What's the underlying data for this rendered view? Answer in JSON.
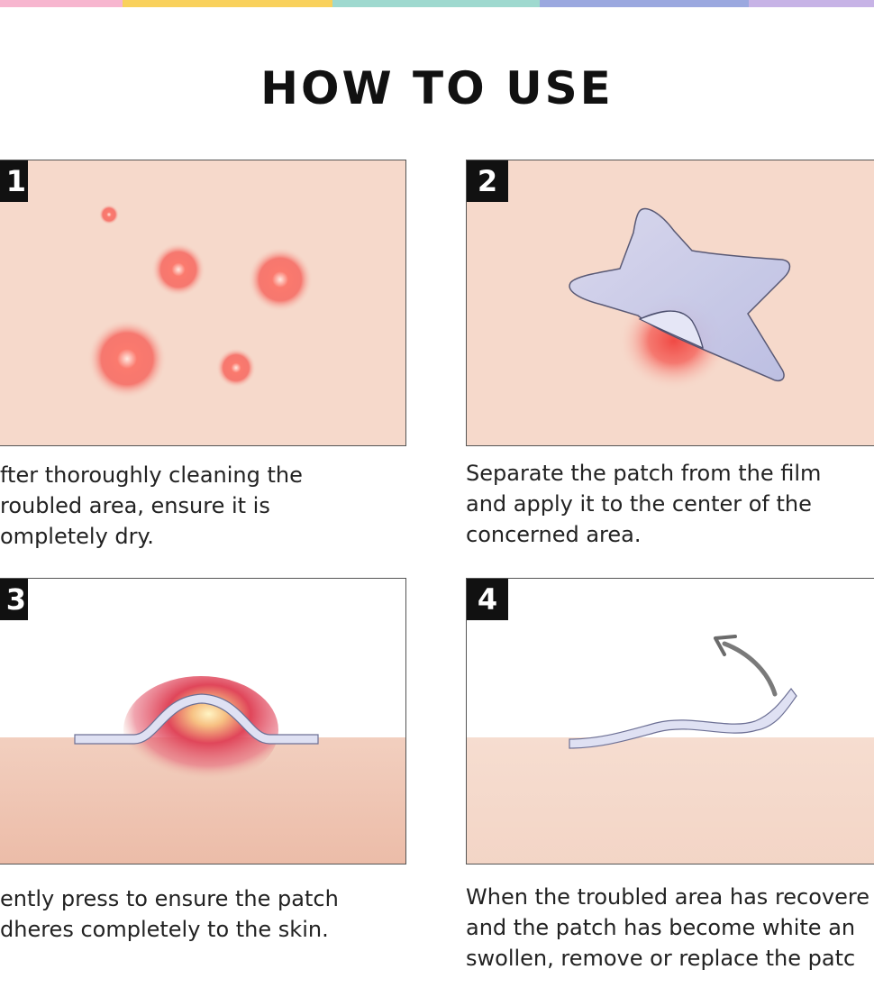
{
  "page": {
    "title": "HOW TO USE",
    "top_strip_colors": [
      "#f7b6cf",
      "#f9d15c",
      "#9fd9cf",
      "#9ba8df",
      "#c7b3e6"
    ]
  },
  "colors": {
    "skin": "#f6d9cb",
    "skin_lower": "#f1c6b3",
    "pimple": "#f2605a",
    "patch": "#c9cdeb",
    "badge_bg": "#111111"
  },
  "steps": [
    {
      "number": "1",
      "caption": "fter thoroughly cleaning the\nroubled area, ensure it is\nompletely dry."
    },
    {
      "number": "2",
      "caption": "Separate the patch from the film\nand apply it to the center of the\nconcerned area."
    },
    {
      "number": "3",
      "caption": "ently press to ensure the patch\ndheres completely to the skin."
    },
    {
      "number": "4",
      "caption": "When the troubled area has recovere\nand the patch has become white an\nswollen, remove or replace the patc"
    }
  ]
}
